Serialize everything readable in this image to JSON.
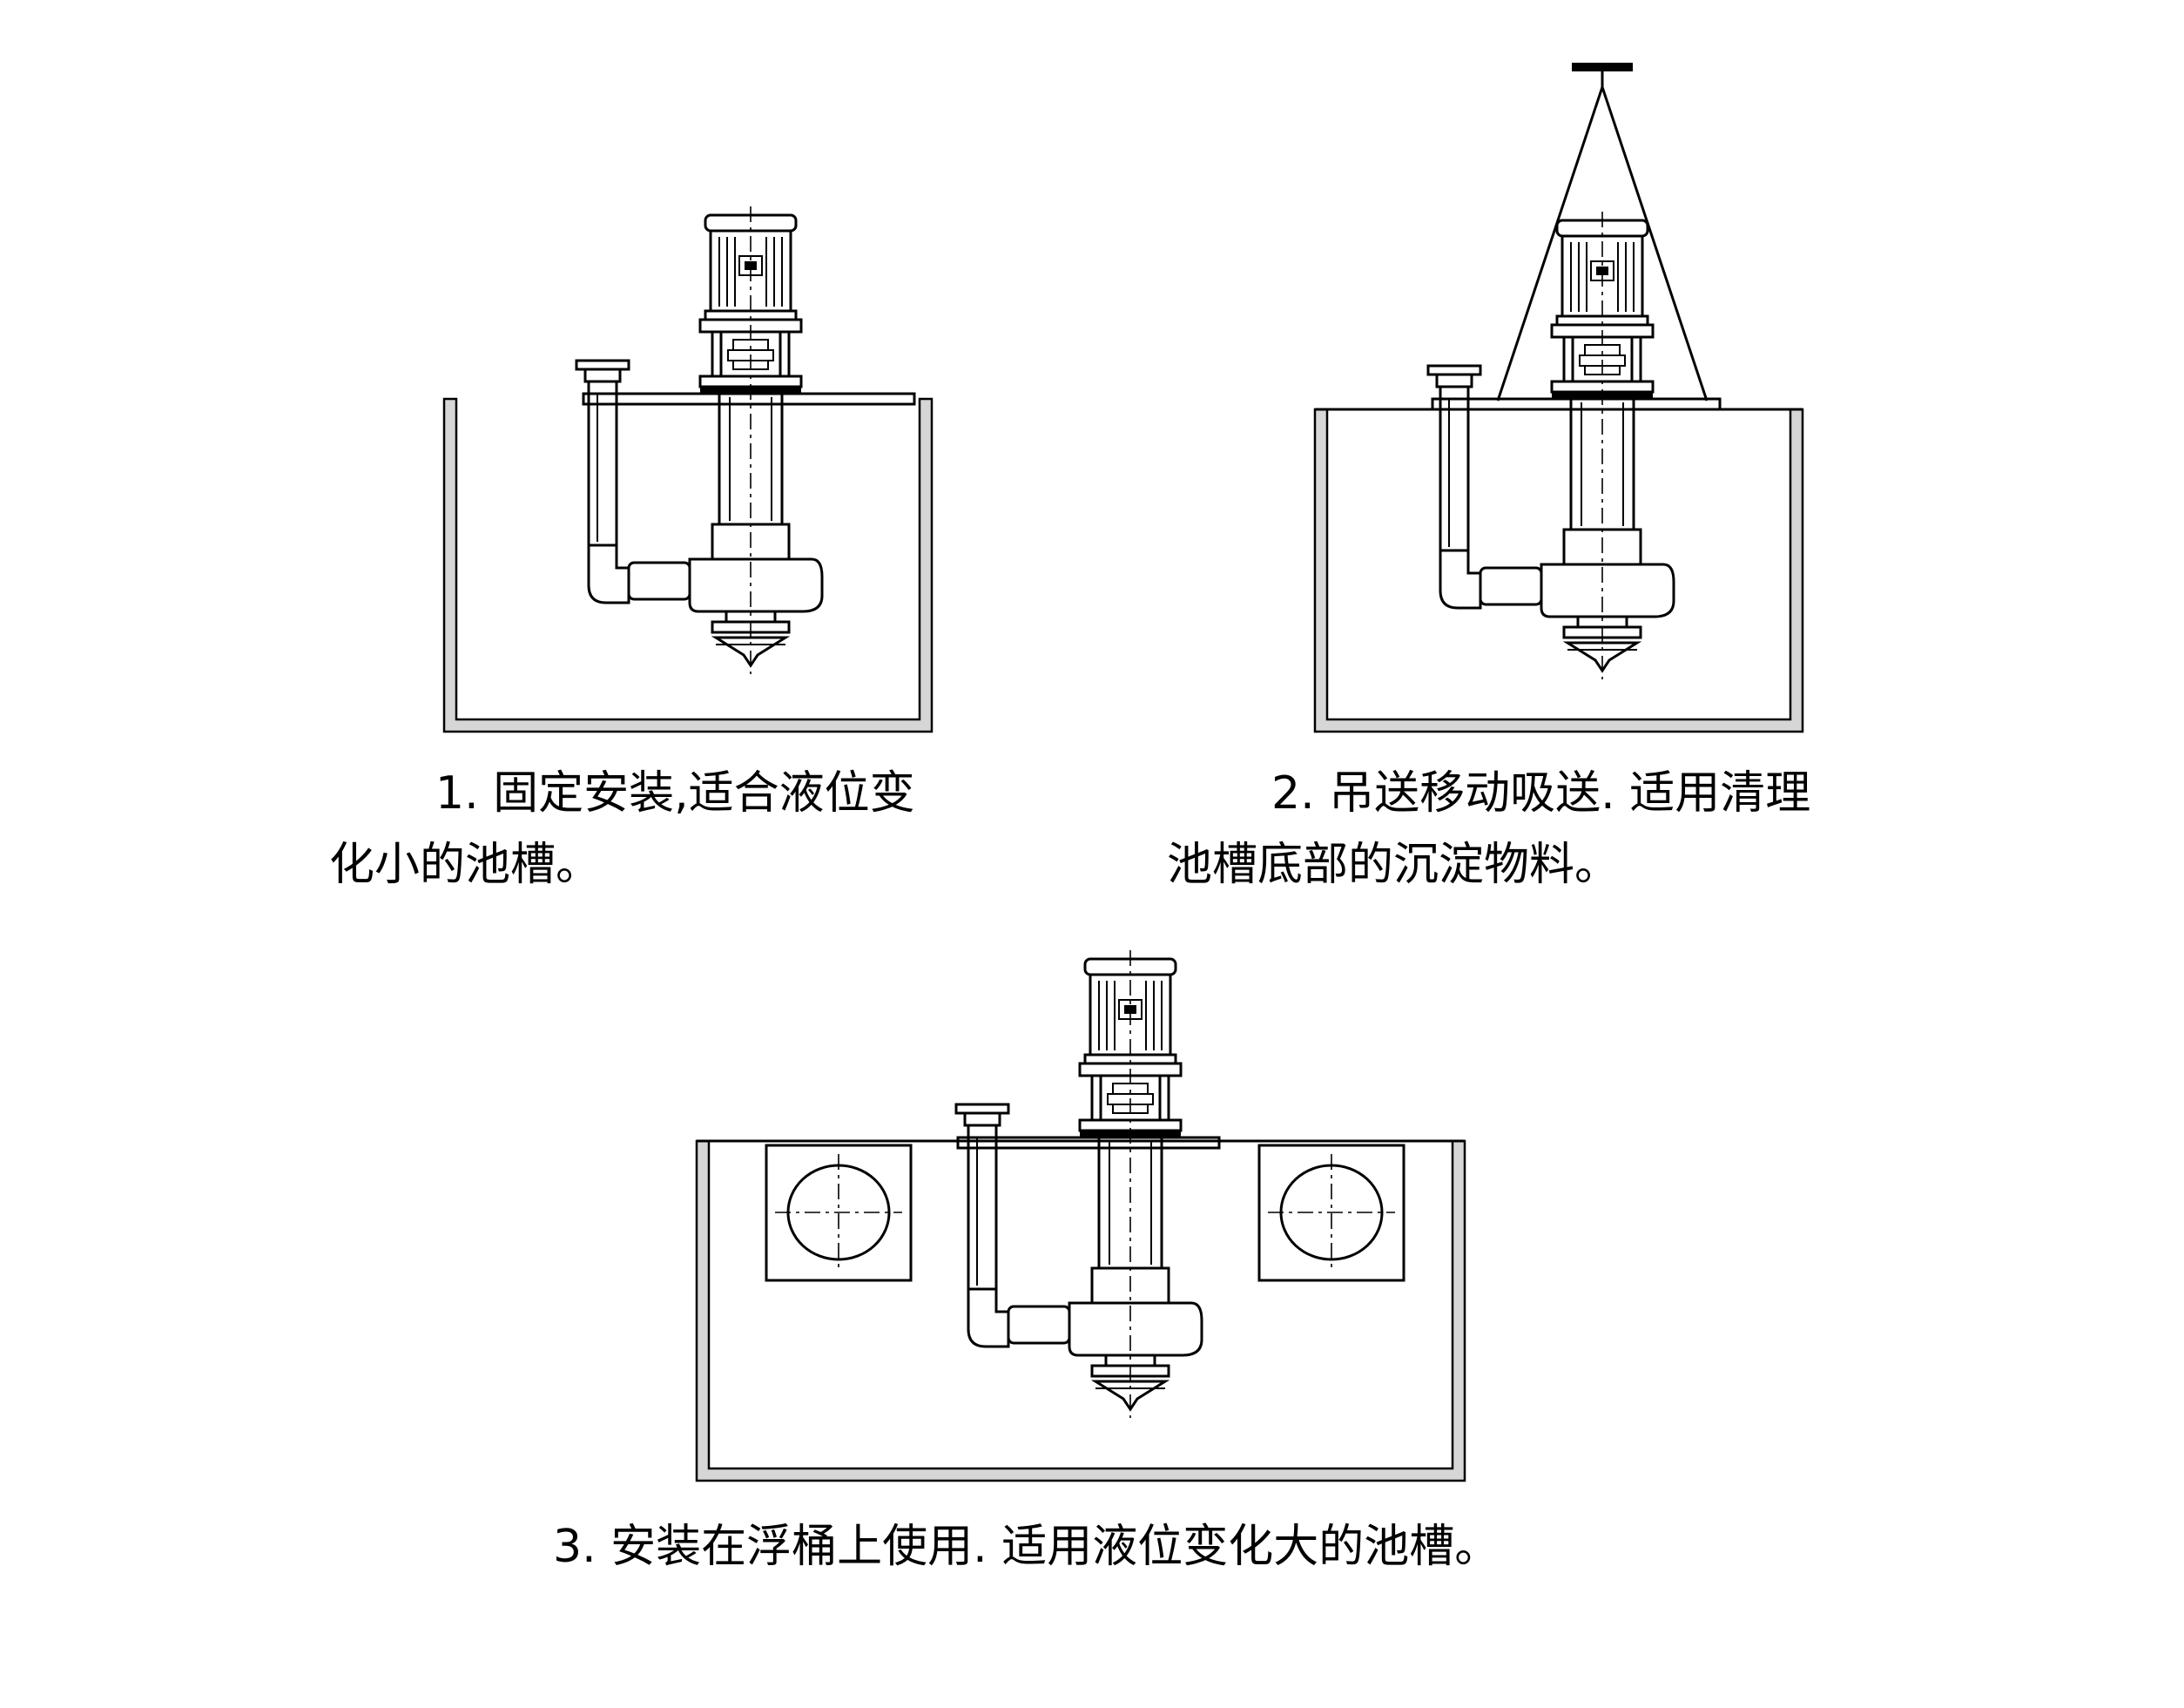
{
  "diagram": {
    "panels": [
      {
        "id": 1,
        "caption": {
          "line1": "1. 固定安装,适合液位变",
          "line2": "化小的池槽。"
        },
        "components": [
          "motor",
          "coupling-frame",
          "mounting-plate",
          "discharge-pipe",
          "pump-shaft-column",
          "pump-casing",
          "impeller-strainer",
          "tank"
        ]
      },
      {
        "id": 2,
        "caption": {
          "line1": "2. 吊送移动吸送. 适用清理",
          "line2": "池槽底部的沉淀物料。"
        },
        "components": [
          "hanging-hook",
          "sling-cables",
          "motor",
          "coupling-frame",
          "mounting-plate",
          "discharge-pipe",
          "pump-shaft-column",
          "pump-casing",
          "impeller-strainer",
          "tank"
        ]
      },
      {
        "id": 3,
        "caption": {
          "line1": "3. 安装在浮桶上使用. 适用液位变化大的池槽。"
        },
        "components": [
          "motor",
          "coupling-frame",
          "mounting-plate",
          "float-barrel-left",
          "float-barrel-right",
          "discharge-pipe",
          "pump-shaft-column",
          "pump-casing",
          "impeller-strainer",
          "tank"
        ]
      }
    ]
  }
}
